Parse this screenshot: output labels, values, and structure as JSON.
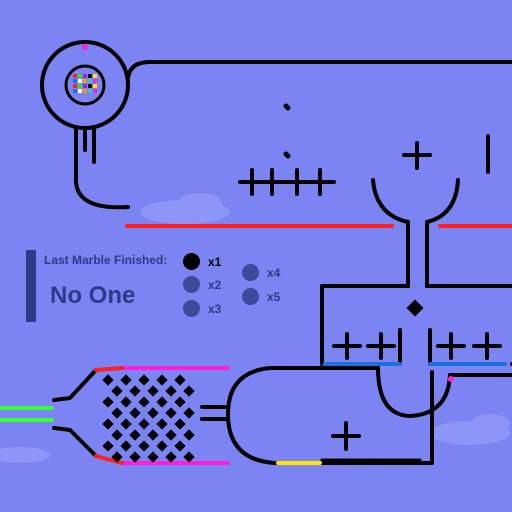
{
  "hud": {
    "last_finished_label": "Last Marble Finished:",
    "last_finished_value": "No One"
  },
  "speed": {
    "options": [
      "x1",
      "x2",
      "x3",
      "x4",
      "x5"
    ],
    "selected": "x1"
  },
  "colors": {
    "background": "#7b84f2",
    "track": "#000000",
    "finish_red": "#ff1f1f",
    "gate_magenta": "#ff1fd8",
    "start_green": "#33ff33",
    "accent_blue": "#1e6fe0",
    "hud_text": "#2f3a86",
    "yellow": "#ffe600"
  },
  "marble_colors": [
    "#ff1f1f",
    "#ff9900",
    "#ffe600",
    "#33dd33",
    "#22cccc",
    "#1e6fe0",
    "#8a2be2",
    "#ff1fd8",
    "#ffffff",
    "#111111"
  ]
}
